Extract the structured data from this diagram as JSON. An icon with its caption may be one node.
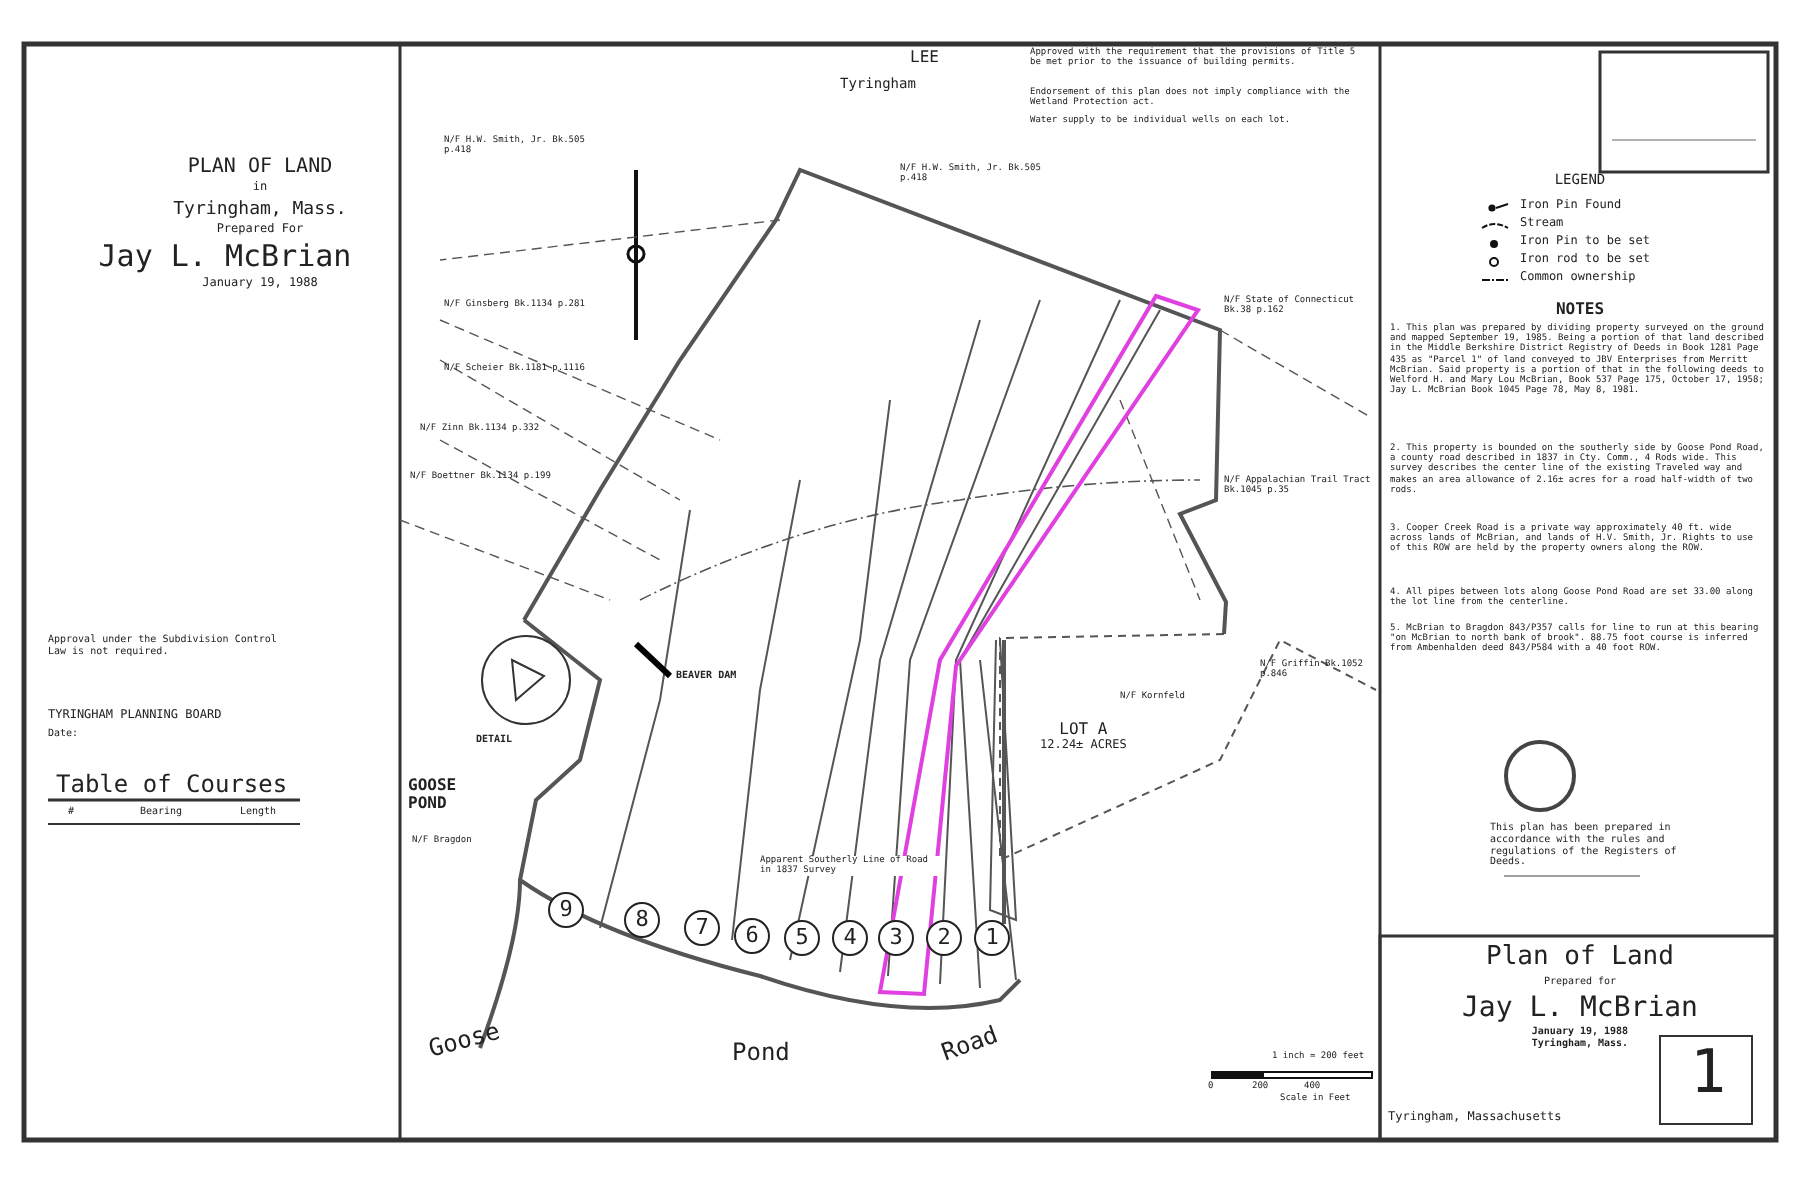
{
  "diagram": {
    "title": "PLAN OF LAND",
    "nodes": [
      {
        "text": [
          "9"
        ]
      },
      {
        "text": [
          "8"
        ]
      },
      {
        "text": [
          "7"
        ]
      },
      {
        "text": [
          "6"
        ]
      },
      {
        "text": [
          "5"
        ]
      },
      {
        "text": [
          "4"
        ]
      },
      {
        "text": [
          "3"
        ]
      },
      {
        "text": [
          "2"
        ]
      },
      {
        "text": [
          "1"
        ]
      },
      {
        "text": [
          "LOT A",
          "12.24± ACRES"
        ]
      }
    ],
    "labels": [
      "in",
      "Tyringham, Mass.",
      "Prepared For",
      "Jay L. McBrian",
      "January 19, 1988",
      "Approval under the Subdivision Control Law is not required.",
      "TYRINGHAM PLANNING BOARD",
      "Date:",
      "Table of Courses",
      "#",
      "Bearing",
      "Length",
      "GOOSE POND",
      "DETAIL",
      "LEE",
      "Tyringham",
      "Approved with the requirement that the provisions of Title 5 be met prior to the issuance of building permits.",
      "Endorsement of this plan does not imply compliance with the Wetland Protection act.",
      "Water supply to be individual wells on each lot.",
      "LEGEND",
      "NOTES",
      "1. This plan was prepared by dividing property surveyed on the ground and mapped September 19, 1985. Being a portion of that land described in the Middle Berkshire District Registry of Deeds in Book 1281 Page 435 as \"Parcel 1\" of land conveyed to JBV Enterprises from Merritt McBrian. Said property is a portion of that in the following deeds to Welford H. and Mary Lou McBrian, Book 537 Page 175, October 17, 1958; Jay L. McBrian Book 1045 Page 78, May 8, 1981.",
      "2. This property is bounded on the southerly side by Goose Pond Road, a county road described in 1837 in Cty. Comm., 4 Rods wide. This survey describes the center line of the existing Traveled way and makes an area allowance of 2.16± acres for a road half-width of two rods.",
      "3. Cooper Creek Road is a private way approximately 40 ft. wide across lands of McBrian, and lands of H.V. Smith, Jr. Rights to use of this ROW are held by the property owners along the ROW.",
      "4. All pipes between lots along Goose Pond Road are set 33.00 along the lot line from the centerline.",
      "5. McBrian to Bragdon 843/P357 calls for line to run at this bearing \"on McBrian to north bank of brook\". 88.75 foot course is inferred from Ambenhalden deed 843/P584 with a 40 foot ROW.",
      "This plan has been prepared in accordance with the rules and regulations of the Registers of Deeds.",
      "Plan of Land",
      "Prepared for",
      "Jay L. McBrian",
      "January 19, 1988",
      "Tyringham, Mass.",
      "Tyringham, Massachusetts",
      "1",
      "1 inch = 200 feet",
      "0",
      "200",
      "400",
      "Scale in Feet",
      "Goose",
      "Pond",
      "Road",
      "BEAVER DAM",
      "N/F H.W. Smith, Jr. Bk.505 p.418",
      "N/F H.W. Smith, Jr. Bk.505 p.418",
      "N/F State of Connecticut Bk.38 p.162",
      "N/F Appalachian Trail Tract Bk.1045 p.35",
      "N/F Griffin Bk.1052 p.846",
      "N/F Kornfeld",
      "N/F Ginsberg Bk.1134 p.281",
      "N/F Scheier Bk.1181 p.1116",
      "N/F Zinn Bk.1134 p.332",
      "N/F Boettner Bk.1134 p.199",
      "Apparent Southerly Line of Road in 1837 Survey",
      "N/F Bragdon"
    ],
    "legend": [
      {
        "text": "Iron Pin Found"
      },
      {
        "text": "Stream"
      },
      {
        "text": "Iron Pin to be set"
      },
      {
        "text": "Iron rod to be set"
      },
      {
        "text": "Common ownership"
      }
    ]
  }
}
